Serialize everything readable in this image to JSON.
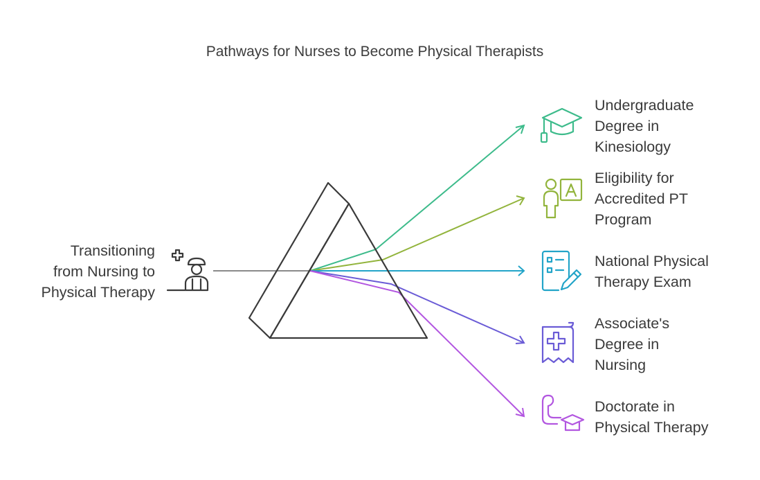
{
  "title": "Pathways for Nurses to Become Physical Therapists",
  "source": {
    "lines": [
      "Transitioning",
      "from Nursing to",
      "Physical Therapy"
    ],
    "icon": "nurse-icon"
  },
  "outcomes": [
    {
      "lines": [
        "Undergraduate",
        "Degree in",
        "Kinesiology"
      ],
      "color": "#3dbb8b",
      "icon": "graduation-cap-icon"
    },
    {
      "lines": [
        "Eligibility for",
        "Accredited PT",
        "Program"
      ],
      "color": "#92b43c",
      "icon": "student-grade-icon"
    },
    {
      "lines": [
        "National Physical",
        "Therapy Exam"
      ],
      "color": "#22a4c8",
      "icon": "exam-checklist-icon"
    },
    {
      "lines": [
        "Associate's",
        "Degree in",
        "Nursing"
      ],
      "color": "#6a5bd6",
      "icon": "medical-certificate-icon"
    },
    {
      "lines": [
        "Doctorate in",
        "Physical Therapy"
      ],
      "color": "#b256e0",
      "icon": "flexed-arm-graduation-icon"
    }
  ],
  "colors": {
    "text": "#3a3a3a",
    "prism": "#3a3a3a",
    "incoming-beam": "#8a8a8a"
  }
}
